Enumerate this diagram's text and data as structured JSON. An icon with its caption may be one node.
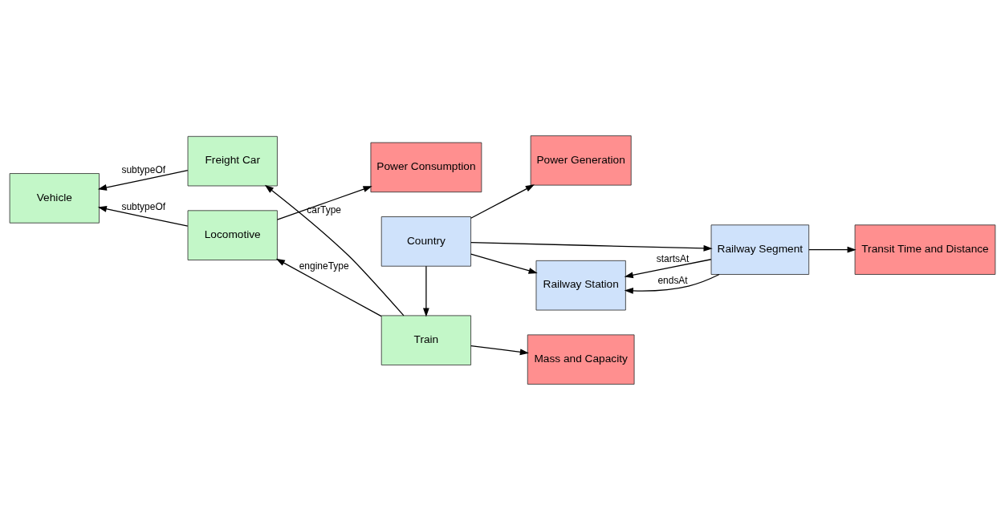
{
  "diagram": {
    "nodes": [
      {
        "text": [
          "Vehicle"
        ]
      },
      {
        "text": [
          "Freight Car"
        ]
      },
      {
        "text": [
          "Locomotive"
        ]
      },
      {
        "text": [
          "Train"
        ]
      },
      {
        "text": [
          "Mass and Capacity"
        ]
      },
      {
        "text": [
          "Power Consumption"
        ]
      },
      {
        "text": [
          "Country"
        ]
      },
      {
        "text": [
          "Power Generation"
        ]
      },
      {
        "text": [
          "Railway Station"
        ]
      },
      {
        "text": [
          "Railway Segment"
        ]
      },
      {
        "text": [
          "Transit Time and Distance"
        ]
      }
    ],
    "edges": [
      {
        "from": 1,
        "to": 0,
        "arrow": "to",
        "label": "subtypeOf"
      },
      {
        "from": 2,
        "to": 0,
        "arrow": "to",
        "label": "subtypeOf"
      },
      {
        "from": 3,
        "to": 1,
        "arrow": "to",
        "label": "carType"
      },
      {
        "from": 3,
        "to": 2,
        "arrow": "to",
        "label": "engineType"
      },
      {
        "from": 3,
        "to": 4,
        "arrow": "to"
      },
      {
        "from": 2,
        "to": 5,
        "arrow": "to"
      },
      {
        "from": 6,
        "to": 3,
        "arrow": "to"
      },
      {
        "from": 6,
        "to": 7,
        "arrow": "to"
      },
      {
        "from": 6,
        "to": 8,
        "arrow": "to"
      },
      {
        "from": 6,
        "to": 9,
        "arrow": "to"
      },
      {
        "from": 9,
        "to": 8,
        "arrow": "to",
        "label": "startsAt"
      },
      {
        "from": 9,
        "to": 8,
        "arrow": "to",
        "label": "endsAt"
      },
      {
        "from": 9,
        "to": 10,
        "arrow": "to"
      }
    ]
  }
}
